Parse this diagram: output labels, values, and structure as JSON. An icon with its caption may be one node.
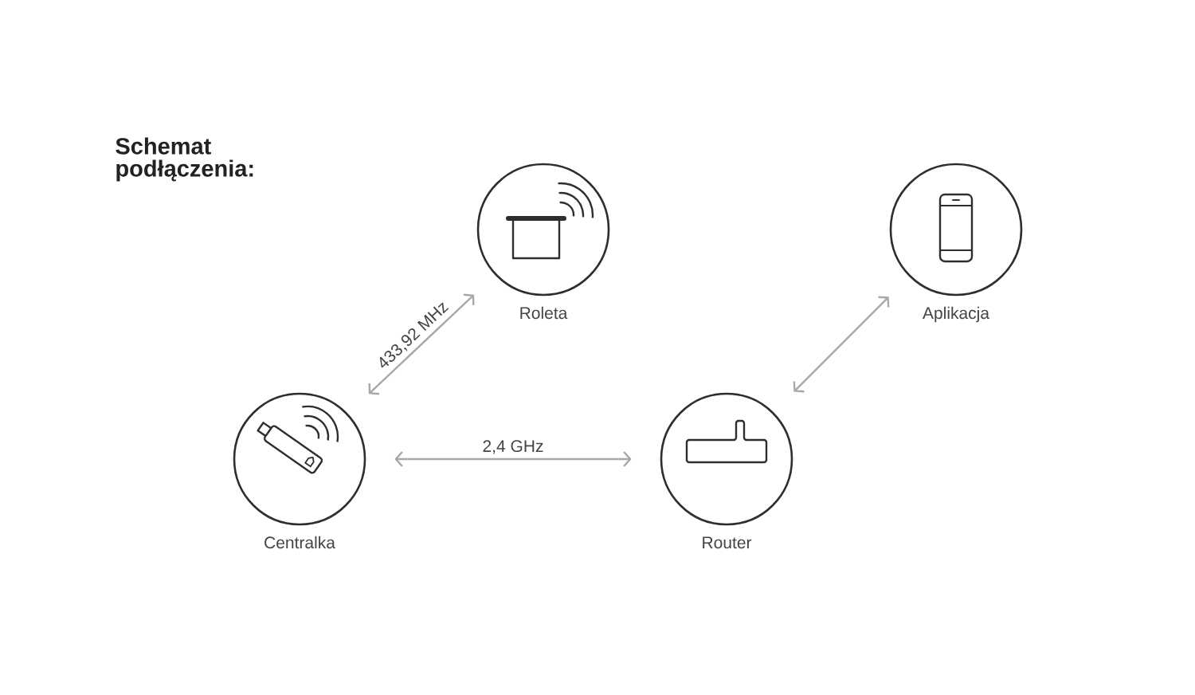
{
  "diagram": {
    "title": "Schemat podłączenia:",
    "nodes": [
      {
        "text": [
          "Roleta"
        ]
      },
      {
        "text": [
          "Aplikacja"
        ]
      },
      {
        "text": [
          "Centralka"
        ]
      },
      {
        "text": [
          "Router"
        ]
      }
    ],
    "edges": [
      {
        "from": 2,
        "to": 0,
        "arrow": "both",
        "label": "433,92 MHz"
      },
      {
        "from": 2,
        "to": 3,
        "arrow": "both",
        "label": "2,4 GHz"
      },
      {
        "from": 3,
        "to": 1,
        "arrow": "both"
      }
    ]
  }
}
